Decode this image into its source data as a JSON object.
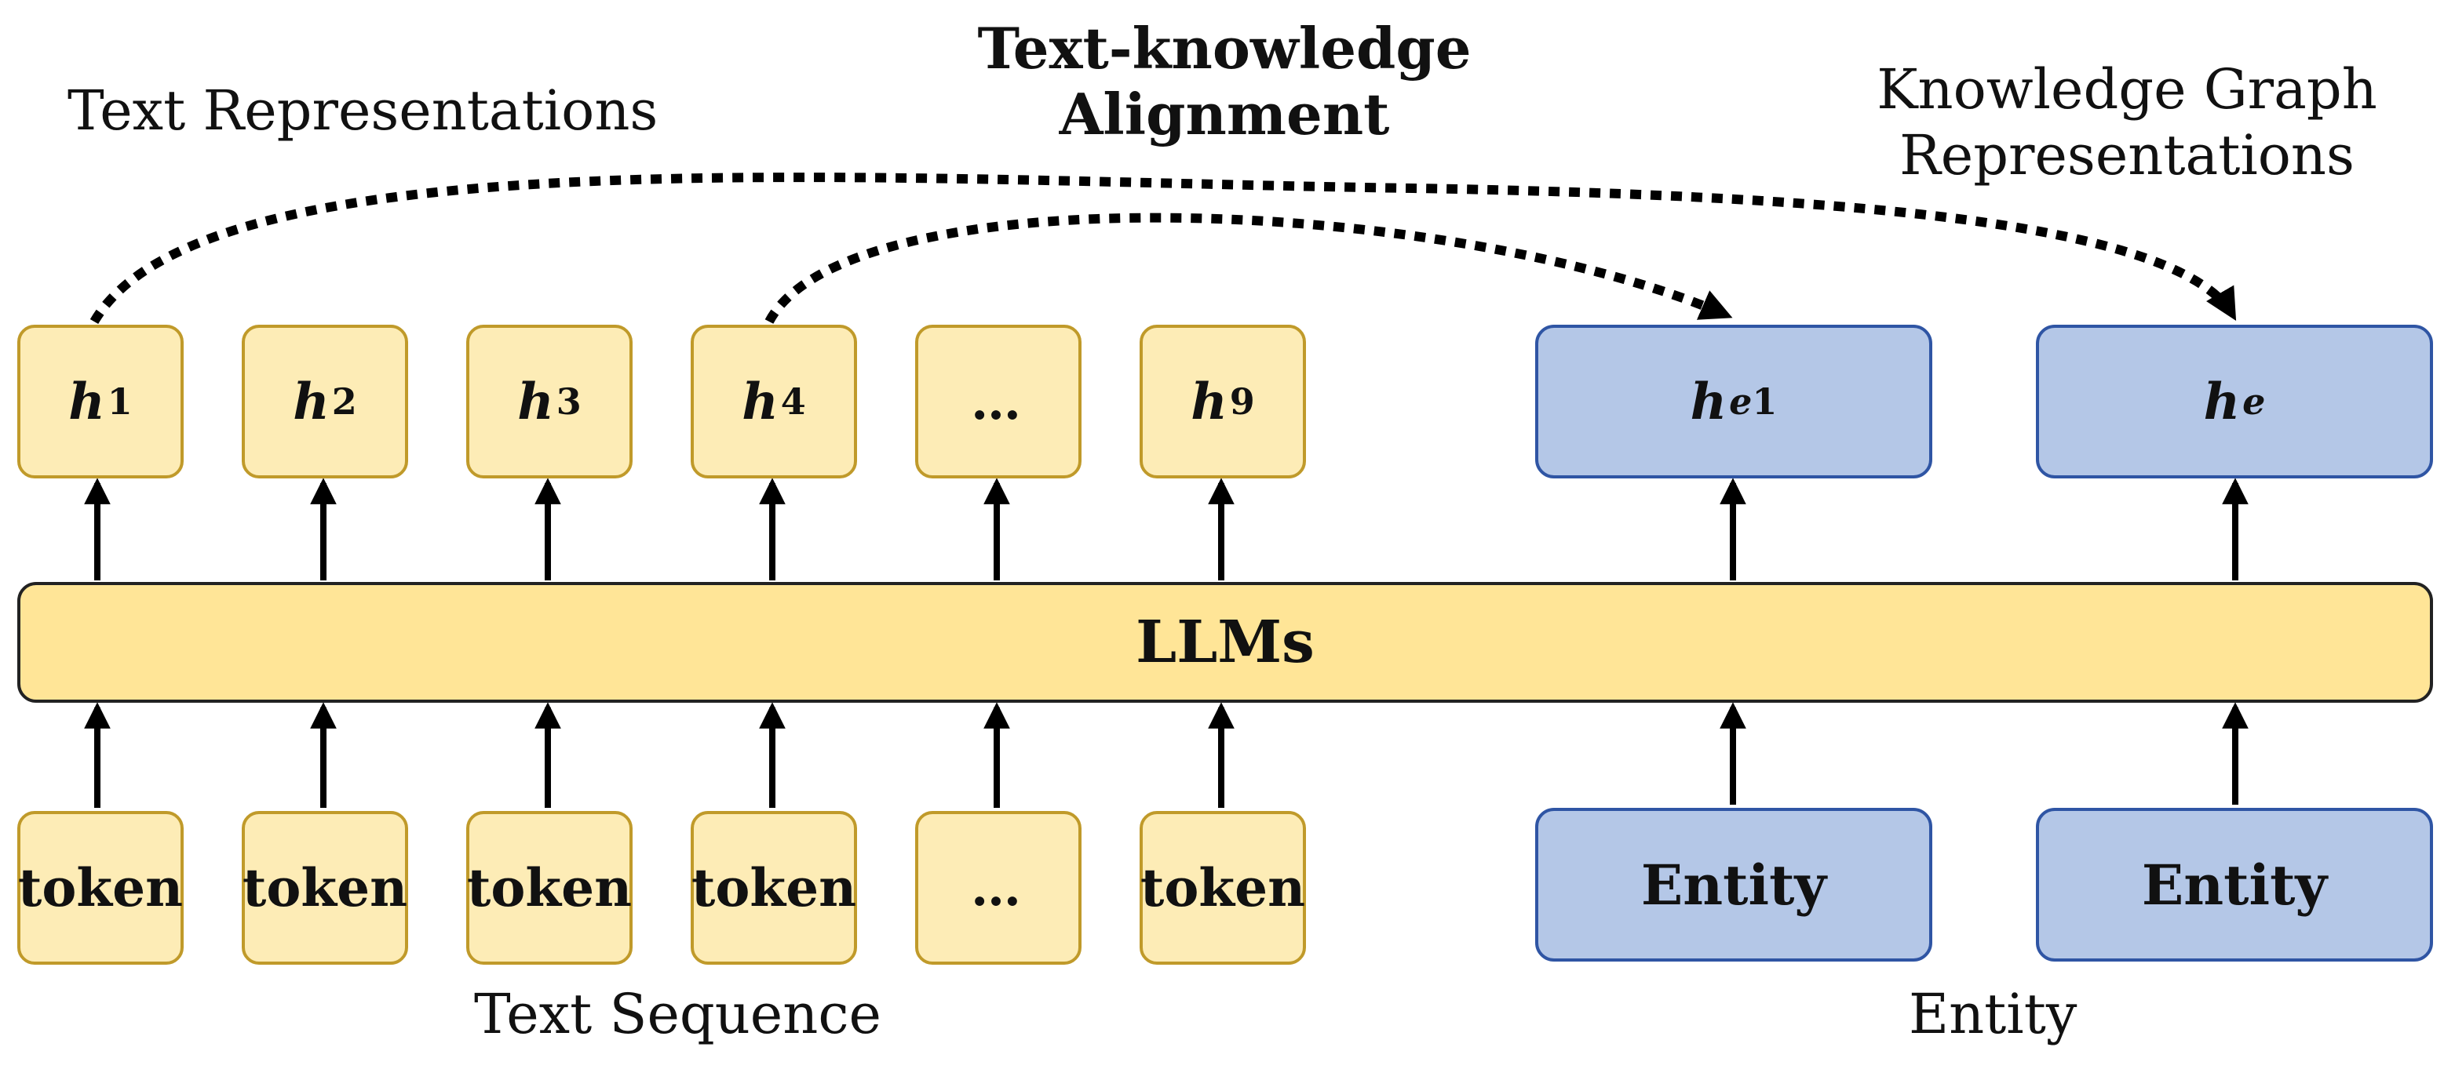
{
  "labels": {
    "text_representations": "Text Representations",
    "alignment_line1": "Text-knowledge",
    "alignment_line2": "Alignment",
    "kg_line1": "Knowledge Graph",
    "kg_line2": "Representations",
    "text_sequence": "Text Sequence",
    "entity_caption": "Entity",
    "llms": "LLMs"
  },
  "hidden_states": [
    {
      "base": "h",
      "sub": "1"
    },
    {
      "base": "h",
      "sub": "2"
    },
    {
      "base": "h",
      "sub": "3"
    },
    {
      "base": "h",
      "sub": "4"
    },
    {
      "base": "",
      "sub": "",
      "dots": "…"
    },
    {
      "base": "h",
      "sub": "9"
    }
  ],
  "kg_states": [
    {
      "base": "h",
      "sub_italic": "e",
      "sub": "1"
    },
    {
      "base": "h",
      "sub_italic": "e",
      "sub": ""
    }
  ],
  "tokens": [
    "token",
    "token",
    "token",
    "token",
    "…",
    "token"
  ],
  "entities": [
    "Entity",
    "Entity"
  ],
  "colors": {
    "text_fill": "#fdecb6",
    "text_border": "#c09a2a",
    "kg_fill": "#b4c7e7",
    "kg_border": "#2f55a4",
    "llm_fill": "#ffe597"
  }
}
